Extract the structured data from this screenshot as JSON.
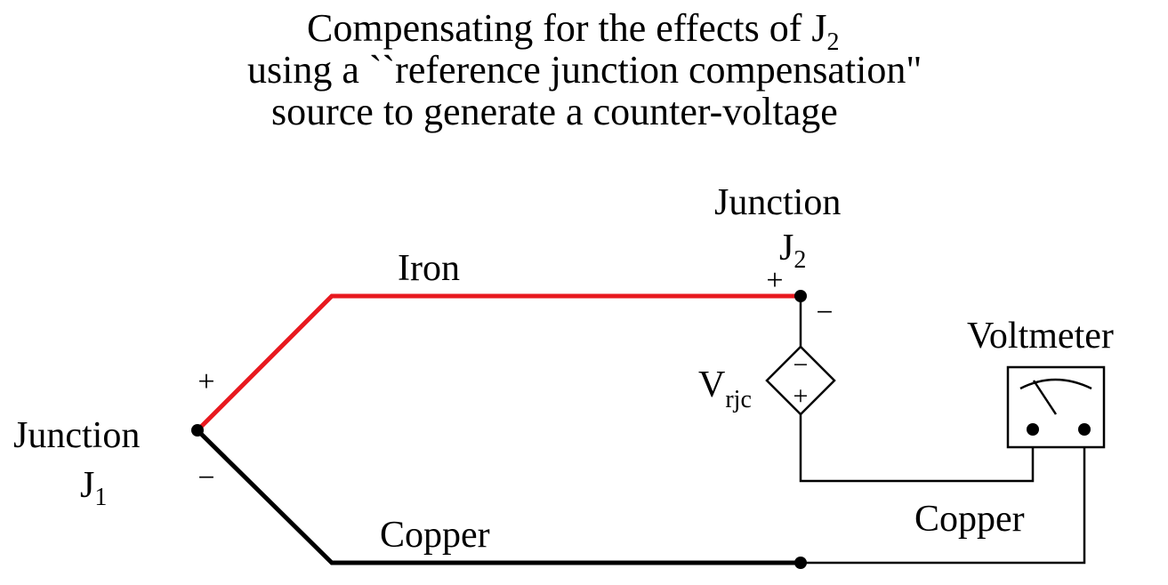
{
  "title": {
    "line1": "Compensating for the effects of J",
    "line1_sub": "2",
    "line2": "using a ``reference junction compensation\"",
    "line3": "source to generate a counter-voltage"
  },
  "labels": {
    "junction1_word": "Junction",
    "junction1_id": "J",
    "junction1_sub": "1",
    "junction2_word": "Junction",
    "junction2_id": "J",
    "junction2_sub": "2",
    "iron": "Iron",
    "copper_bottom": "Copper",
    "copper_right": "Copper",
    "voltmeter": "Voltmeter",
    "vrjc_main": "V",
    "vrjc_sub": "rjc"
  },
  "polarity": {
    "j1_plus": "+",
    "j1_minus": "−",
    "j2_plus": "+",
    "j2_minus": "−",
    "src_top": "−",
    "src_bottom": "+"
  },
  "colors": {
    "iron_wire": "#e8191f",
    "copper_wire": "#000000"
  }
}
